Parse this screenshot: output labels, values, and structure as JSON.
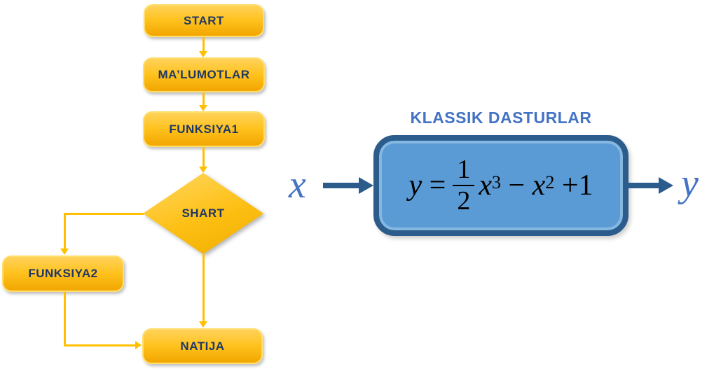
{
  "flowchart": {
    "nodes": [
      {
        "id": "start",
        "label": "START"
      },
      {
        "id": "malumotlar",
        "label": "MA’LUMOTLAR"
      },
      {
        "id": "funksiya1",
        "label": "FUNKSIYA1"
      },
      {
        "id": "shart",
        "label": "SHART"
      },
      {
        "id": "funksiya2",
        "label": "FUNKSIYA2"
      },
      {
        "id": "natija",
        "label": "NATIJA"
      }
    ]
  },
  "program": {
    "title": "KLASSIK DASTURLAR",
    "input_label": "x",
    "output_label": "y",
    "formula": {
      "lhs": "y",
      "equals": "=",
      "numerator": "1",
      "denominator": "2",
      "var1": "x",
      "exp1": "3",
      "minus": "−",
      "var2": "x",
      "exp2": "2",
      "plus": "+",
      "constant": "1"
    }
  },
  "colors": {
    "node_fill_top": "#FFD25A",
    "node_fill_bottom": "#F2A600",
    "node_border": "#FFDE6B",
    "node_text": "#1F3864",
    "flow_arrow": "#FFC000",
    "box_fill": "#5B9BD5",
    "box_border": "#2B5C8B",
    "box_inner_line": "#85B8E1",
    "title_text": "#4472C4",
    "io_text": "#4472C4",
    "io_arrow": "#2B5C8B",
    "formula_text": "#000000"
  }
}
